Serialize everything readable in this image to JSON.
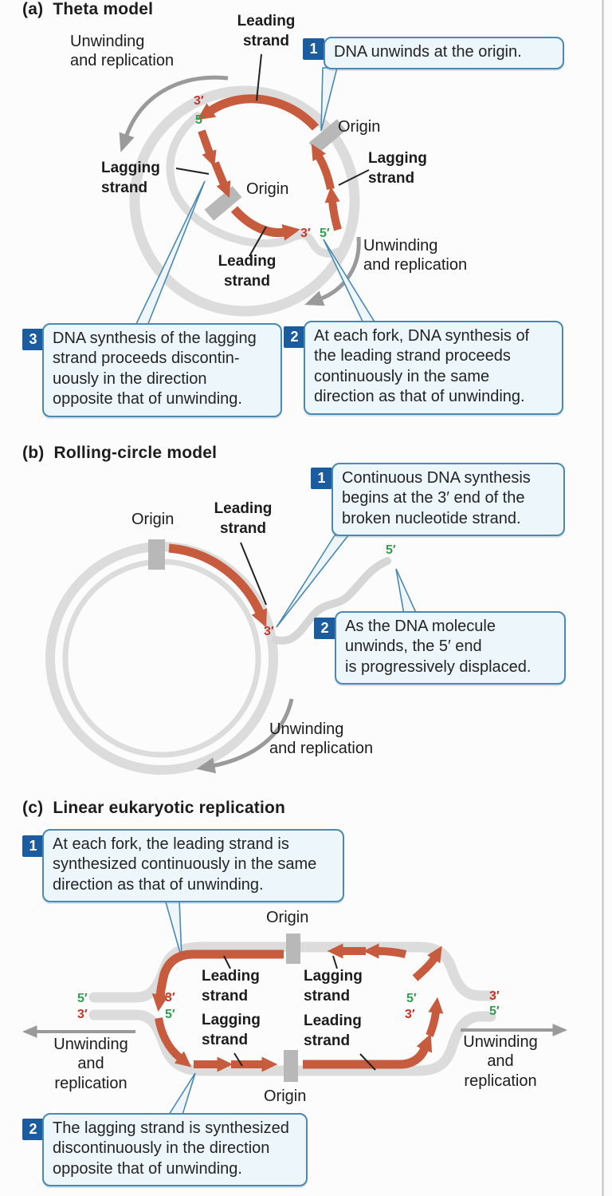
{
  "colors": {
    "strand_orange": "#c65b3d",
    "template_gray": "#dcdcdc",
    "origin_block_gray": "#b8b8b8",
    "direction_arrow_gray": "#9a9a9a",
    "callout_fill": "#edf6fb",
    "callout_border": "#4a89b0",
    "step_badge_blue": "#1b5c9e",
    "prime3_red": "#c2372a",
    "prime5_green": "#2f9e4f"
  },
  "a": {
    "title": "(a)  Theta model",
    "unwinding_top_left": "Unwinding\nand replication",
    "leading_top": "Leading\nstrand",
    "origin_right": "Origin",
    "lagging_right": "Lagging\nstrand",
    "lagging_left": "Lagging\nstrand",
    "origin_center": "Origin",
    "leading_bottom": "Leading\nstrand",
    "unwinding_right": "Unwinding\nand replication",
    "prime3_top": "3′",
    "prime5_top": "5′",
    "prime3_fork": "3′",
    "prime5_fork": "5′",
    "callout1": {
      "num": "1",
      "text": "DNA unwinds at the origin."
    },
    "callout2": {
      "num": "2",
      "text": "At each fork, DNA synthesis of\nthe leading strand proceeds\ncontinuously in the same\ndirection as that of unwinding."
    },
    "callout3": {
      "num": "3",
      "text": "DNA synthesis of the lagging\nstrand proceeds discontin-\nuously in the direction\nopposite that of unwinding."
    }
  },
  "b": {
    "title": "(b)  Rolling-circle model",
    "origin": "Origin",
    "leading": "Leading\nstrand",
    "prime5": "5′",
    "prime3": "3′",
    "unwinding": "Unwinding\nand replication",
    "callout1": {
      "num": "1",
      "text": "Continuous DNA synthesis\nbegins at the 3′ end of the\nbroken nucleotide strand."
    },
    "callout2": {
      "num": "2",
      "text": "As the DNA molecule\nunwinds, the 5′ end\nis progressively displaced."
    }
  },
  "c": {
    "title": "(c)  Linear eukaryotic replication",
    "origin_top": "Origin",
    "origin_bottom": "Origin",
    "leading_tl": "Leading\nstrand",
    "lagging_tr": "Lagging\nstrand",
    "lagging_bl": "Lagging\nstrand",
    "leading_br": "Leading\nstrand",
    "prime5_left_outer": "5′",
    "prime3_left_outer": "3′",
    "prime3_left_inner": "3′",
    "prime5_left_inner": "5′",
    "prime5_right_inner": "5′",
    "prime3_right_inner": "3′",
    "prime3_right_outer": "3′",
    "prime5_right_outer": "5′",
    "unwinding_left": "Unwinding\nand\nreplication",
    "unwinding_right": "Unwinding\nand\nreplication",
    "callout1": {
      "num": "1",
      "text": "At each fork, the leading strand is\nsynthesized continuously in the same\ndirection as that of unwinding."
    },
    "callout2": {
      "num": "2",
      "text": "The lagging strand is synthesized\ndiscontinuously in the direction\nopposite that of unwinding."
    }
  }
}
